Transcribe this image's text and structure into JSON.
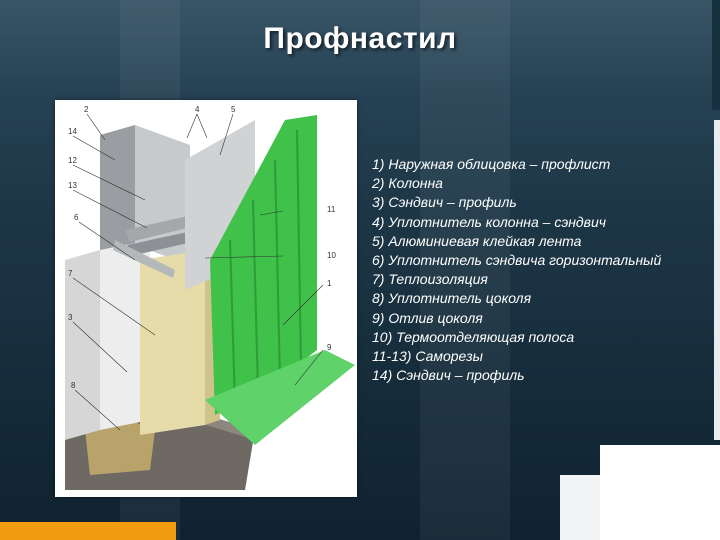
{
  "slide": {
    "title": "Профнастил"
  },
  "diagram": {
    "callouts": [
      "2",
      "4",
      "5",
      "14",
      "12",
      "13",
      "6",
      "11",
      "10",
      "7",
      "1",
      "3",
      "9",
      "8"
    ]
  },
  "legend": {
    "items": [
      "1)   Наружная облицовка – профлист",
      "2)   Колонна",
      "3)   Сэндвич – профиль",
      "4)   Уплотнитель колонна – сэндвич",
      "5)   Алюминиевая клейкая лента",
      "6)   Уплотнитель сэндвича горизонтальный",
      "7)   Теплоизоляция",
      "8)   Уплотнитель цоколя",
      "9)   Отлив цоколя",
      "10) Термоотделяющая полоса",
      "11-13) Саморезы",
      "14) Сэндвич – профиль"
    ]
  },
  "colors": {
    "accent_orange": "#f39c12",
    "profile_green": "#3fc14a",
    "background_dark": "#1d3646"
  }
}
